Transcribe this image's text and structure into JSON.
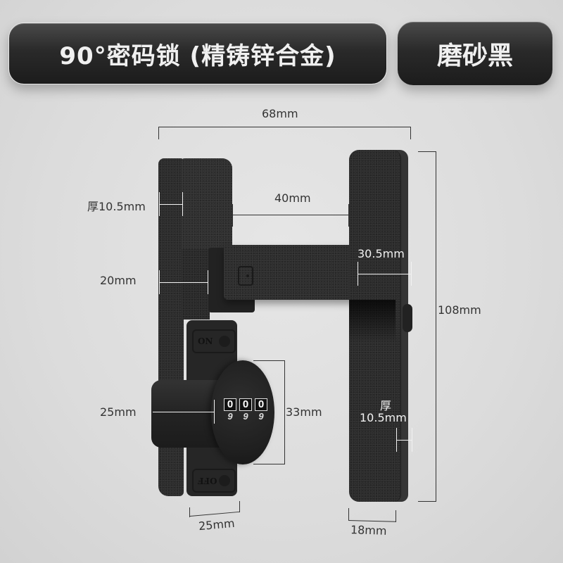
{
  "header": {
    "title": "90°密码锁 (精铸锌合金)",
    "color_label": "磨砂黑"
  },
  "dimensions": {
    "overall_width": "68mm",
    "handle_gap": "40mm",
    "left_thickness": "厚10.5mm",
    "left_arm_width": "20mm",
    "arm_height": "30.5mm",
    "overall_height": "108mm",
    "dial_depth": "25mm",
    "dial_diameter": "33mm",
    "right_thickness_label": "厚",
    "right_thickness_value": "10.5mm",
    "base_width": "25mm",
    "bar_width": "18mm"
  },
  "lock": {
    "on_label": "ON",
    "off_label": "OFF",
    "dials": [
      "0",
      "0",
      "0"
    ],
    "dials_below": [
      "9",
      "9",
      "9"
    ]
  },
  "colors": {
    "background": "#dedede",
    "product": "#2b2b2b",
    "pill": "#2a2a2a",
    "pill_text": "#f0f0f0",
    "dimension_text": "#333333"
  }
}
